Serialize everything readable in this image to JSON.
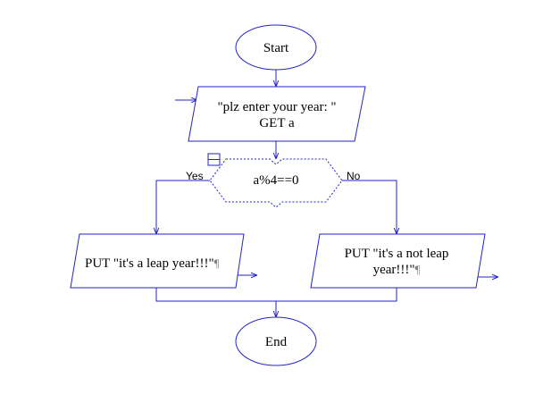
{
  "diagram": {
    "start": "Start",
    "end": "End",
    "input": {
      "line1": "\"plz enter your year: \"",
      "line2": "GET a"
    },
    "decision": {
      "condition": "a%4==0",
      "yes": "Yes",
      "no": "No"
    },
    "output_yes": {
      "text": "PUT \"it's a leap year!!!\"",
      "mark": "¶"
    },
    "output_no": {
      "line1": "PUT \"it's a not leap",
      "line2": "year!!!\"",
      "mark": "¶"
    },
    "colors": {
      "stroke": "#2323c8",
      "text": "#000000",
      "pilcrow": "#7f7f7f"
    }
  }
}
